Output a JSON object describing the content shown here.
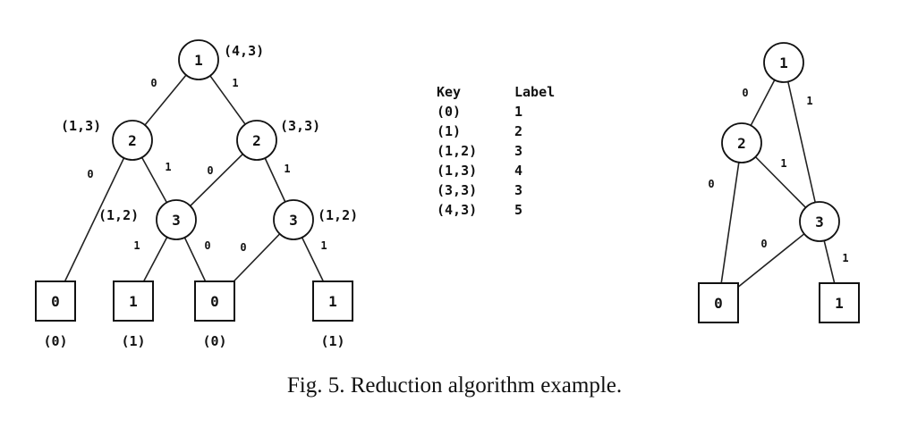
{
  "left_diagram": {
    "nodes": [
      {
        "id": "r",
        "label": "1",
        "annotation": "(4,3)"
      },
      {
        "id": "a",
        "label": "2",
        "annotation": "(1,3)"
      },
      {
        "id": "b",
        "label": "2",
        "annotation": "(3,3)"
      },
      {
        "id": "c",
        "label": "3",
        "annotation": "(1,2)"
      },
      {
        "id": "d",
        "label": "3",
        "annotation": "(1,2)"
      },
      {
        "id": "t1",
        "label": "0",
        "annotation": "(0)"
      },
      {
        "id": "t2",
        "label": "1",
        "annotation": "(1)"
      },
      {
        "id": "t3",
        "label": "0",
        "annotation": "(0)"
      },
      {
        "id": "t4",
        "label": "1",
        "annotation": "(1)"
      }
    ],
    "edges": [
      {
        "from": "r",
        "to": "a",
        "label": "0"
      },
      {
        "from": "r",
        "to": "b",
        "label": "1"
      },
      {
        "from": "a",
        "to": "t1",
        "label": "0"
      },
      {
        "from": "a",
        "to": "c",
        "label": "1"
      },
      {
        "from": "b",
        "to": "c",
        "label": "0"
      },
      {
        "from": "b",
        "to": "d",
        "label": "1"
      },
      {
        "from": "c",
        "to": "t2",
        "label": "1"
      },
      {
        "from": "c",
        "to": "t3",
        "label": "0"
      },
      {
        "from": "d",
        "to": "t3",
        "label": "0"
      },
      {
        "from": "d",
        "to": "t4",
        "label": "1"
      }
    ]
  },
  "key_table": {
    "headers": [
      "Key",
      "Label"
    ],
    "rows": [
      [
        "(0)",
        "1"
      ],
      [
        "(1)",
        "2"
      ],
      [
        "(1,2)",
        "3"
      ],
      [
        "(1,3)",
        "4"
      ],
      [
        "(3,3)",
        "3"
      ],
      [
        "(4,3)",
        "5"
      ]
    ]
  },
  "right_diagram": {
    "nodes": [
      {
        "id": "r",
        "label": "1"
      },
      {
        "id": "a",
        "label": "2"
      },
      {
        "id": "c",
        "label": "3"
      },
      {
        "id": "t0",
        "label": "0"
      },
      {
        "id": "t1",
        "label": "1"
      }
    ],
    "edges": [
      {
        "from": "r",
        "to": "a",
        "label": "0"
      },
      {
        "from": "r",
        "to": "c",
        "label": "1"
      },
      {
        "from": "a",
        "to": "t0",
        "label": "0"
      },
      {
        "from": "a",
        "to": "c",
        "label": "1"
      },
      {
        "from": "c",
        "to": "t0",
        "label": "0"
      },
      {
        "from": "c",
        "to": "t1",
        "label": "1"
      }
    ]
  },
  "caption": "Fig. 5.   Reduction algorithm example."
}
